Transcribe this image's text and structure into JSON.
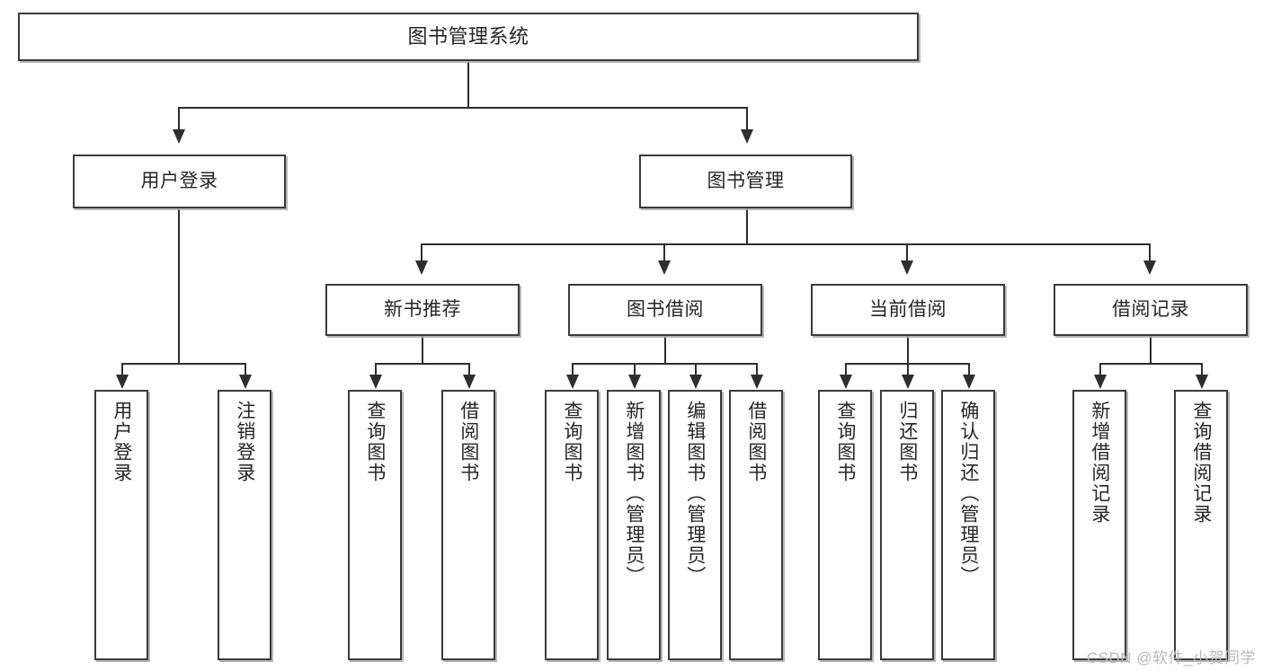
{
  "diagram": {
    "title": "图书管理系统",
    "type": "hierarchy-tree",
    "levels": 4
  },
  "root": {
    "label": "图书管理系统"
  },
  "branches": [
    {
      "id": "user-login",
      "label": "用户登录",
      "children": [
        {
          "id": "user-login-do",
          "label": "用户登录"
        },
        {
          "id": "user-logout",
          "label": "注销登录"
        }
      ]
    },
    {
      "id": "book-management",
      "label": "图书管理",
      "children": [
        {
          "id": "new-book-recommend",
          "label": "新书推荐",
          "children": [
            {
              "id": "query-book-1",
              "label": "查询图书"
            },
            {
              "id": "borrow-book-1",
              "label": "借阅图书"
            }
          ]
        },
        {
          "id": "book-borrow",
          "label": "图书借阅",
          "children": [
            {
              "id": "query-book-2",
              "label": "查询图书"
            },
            {
              "id": "add-book-admin",
              "label": "新增图书（管理员）"
            },
            {
              "id": "edit-book-admin",
              "label": "编辑图书（管理员）"
            },
            {
              "id": "borrow-book-2",
              "label": "借阅图书"
            }
          ]
        },
        {
          "id": "current-borrow",
          "label": "当前借阅",
          "children": [
            {
              "id": "query-book-3",
              "label": "查询图书"
            },
            {
              "id": "return-book",
              "label": "归还图书"
            },
            {
              "id": "confirm-return-admin",
              "label": "确认归还（管理员）"
            }
          ]
        },
        {
          "id": "borrow-record",
          "label": "借阅记录",
          "children": [
            {
              "id": "add-borrow-record",
              "label": "新增借阅记录"
            },
            {
              "id": "query-borrow-record",
              "label": "查询借阅记录"
            }
          ]
        }
      ]
    }
  ],
  "watermark": {
    "text": "CSDN @软件_小贺同学"
  },
  "colors": {
    "box_border": "#3b3b3b",
    "box_fill": "#ffffff",
    "line": "#2e2e2e",
    "text": "#262626",
    "watermark": "#b9b9b9",
    "background": "#ffffff"
  }
}
